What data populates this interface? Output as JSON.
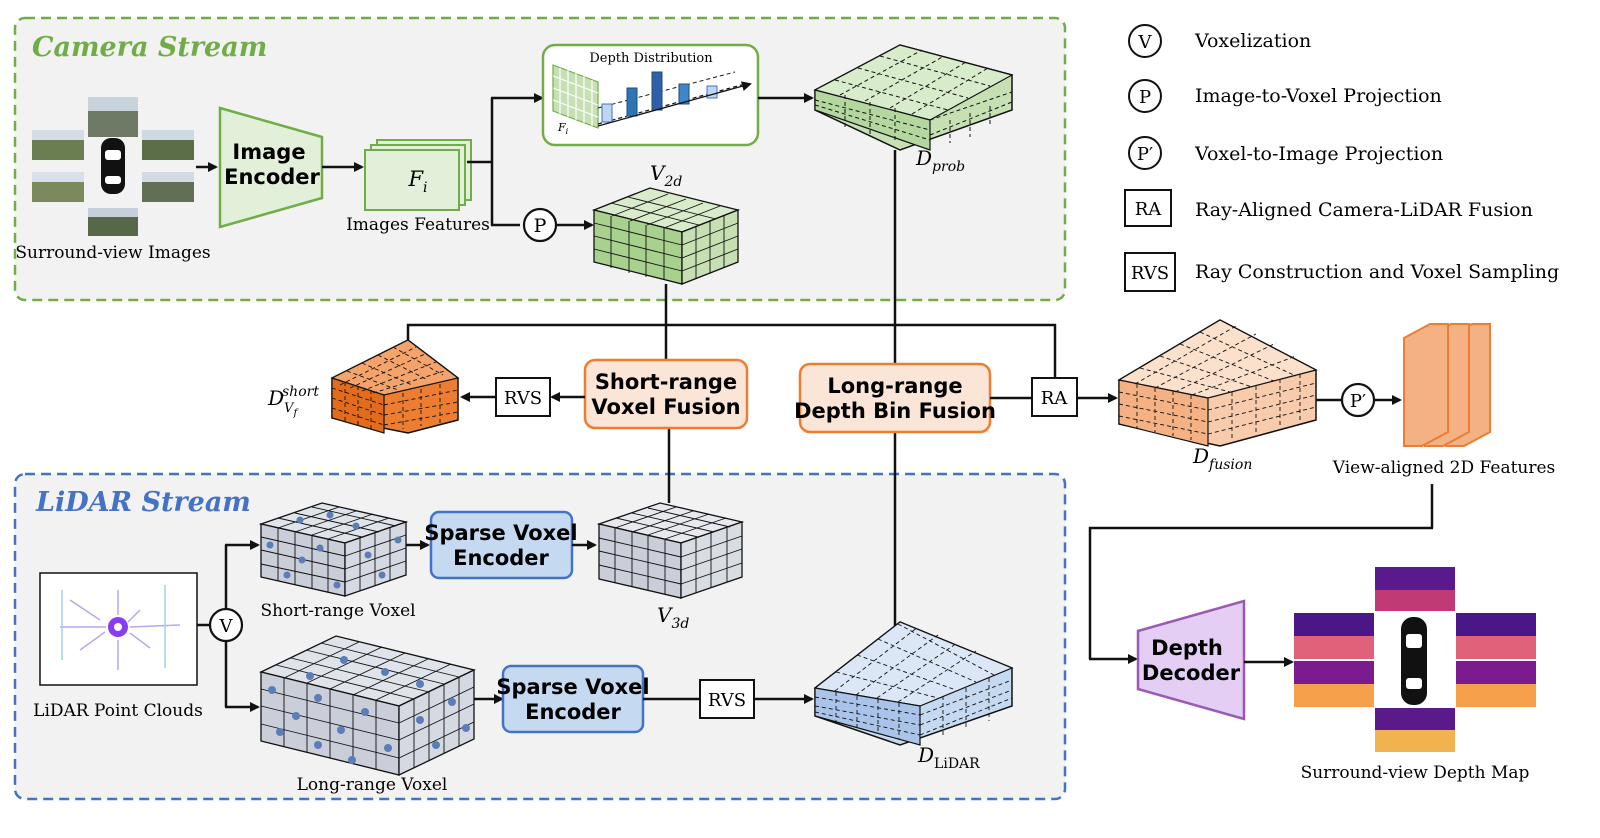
{
  "camera_stream": {
    "title": "Camera Stream",
    "surround_images_label": "Surround-view Images",
    "image_encoder_line1": "Image",
    "image_encoder_line2": "Encoder",
    "features_symbol": "F",
    "features_subscript": "i",
    "features_label": "Images Features",
    "depth_distribution_label": "Depth Distribution",
    "depth_distribution_fi": "F",
    "depth_distribution_fi_sub": "i",
    "v2d_main": "V",
    "v2d_sub": "2d",
    "dprob_main": "D",
    "dprob_sub": "prob",
    "projection_symbol": "P"
  },
  "legend": {
    "items": [
      {
        "symbol": "V",
        "shape": "circle",
        "label": "Voxelization"
      },
      {
        "symbol": "P",
        "shape": "circle",
        "label": "Image-to-Voxel Projection"
      },
      {
        "symbol": "P′",
        "shape": "circle",
        "label": "Voxel-to-Image Projection"
      },
      {
        "symbol": "RA",
        "shape": "box",
        "label": "Ray-Aligned Camera-LiDAR Fusion"
      },
      {
        "symbol": "RVS",
        "shape": "box",
        "label": "Ray Construction and Voxel Sampling"
      }
    ]
  },
  "fusion": {
    "short_range_line1": "Short-range",
    "short_range_line2": "Voxel Fusion",
    "long_range_line1": "Long-range",
    "long_range_line2": "Depth Bin Fusion",
    "rvs_label": "RVS",
    "ra_label": "RA",
    "pprime_label": "P′",
    "dshort_main": "D",
    "dshort_sup": "short",
    "dshort_sub": "V",
    "dshort_subsub": "f",
    "dfusion_main": "D",
    "dfusion_sub": "fusion",
    "view_aligned_label": "View-aligned 2D Features"
  },
  "lidar_stream": {
    "title": "LiDAR Stream",
    "point_clouds_label": "LiDAR Point Clouds",
    "voxelization_symbol": "V",
    "short_voxel_label": "Short-range Voxel",
    "long_voxel_label": "Long-range Voxel",
    "encoder1_line1": "Sparse Voxel",
    "encoder1_line2": "Encoder",
    "encoder2_line1": "Sparse Voxel",
    "encoder2_line2": "Encoder",
    "v3d_main": "V",
    "v3d_sub": "3d",
    "rvs_label": "RVS",
    "dlidar_main": "D",
    "dlidar_sub": "LiDAR"
  },
  "decoder": {
    "line1": "Depth",
    "line2": "Decoder",
    "output_label": "Surround-view Depth Map"
  },
  "colors": {
    "camera_green": "#70ad47",
    "camera_fill": "#e2f0d9",
    "lidar_blue": "#4472c4",
    "lidar_fill": "#c5d9f1",
    "fusion_orange": "#ed7d31",
    "fusion_fill": "#fbe5d6",
    "decoder_purple": "#9b59b6",
    "decoder_fill": "#e4cef3",
    "panel_bg": "#f2f2f2"
  }
}
